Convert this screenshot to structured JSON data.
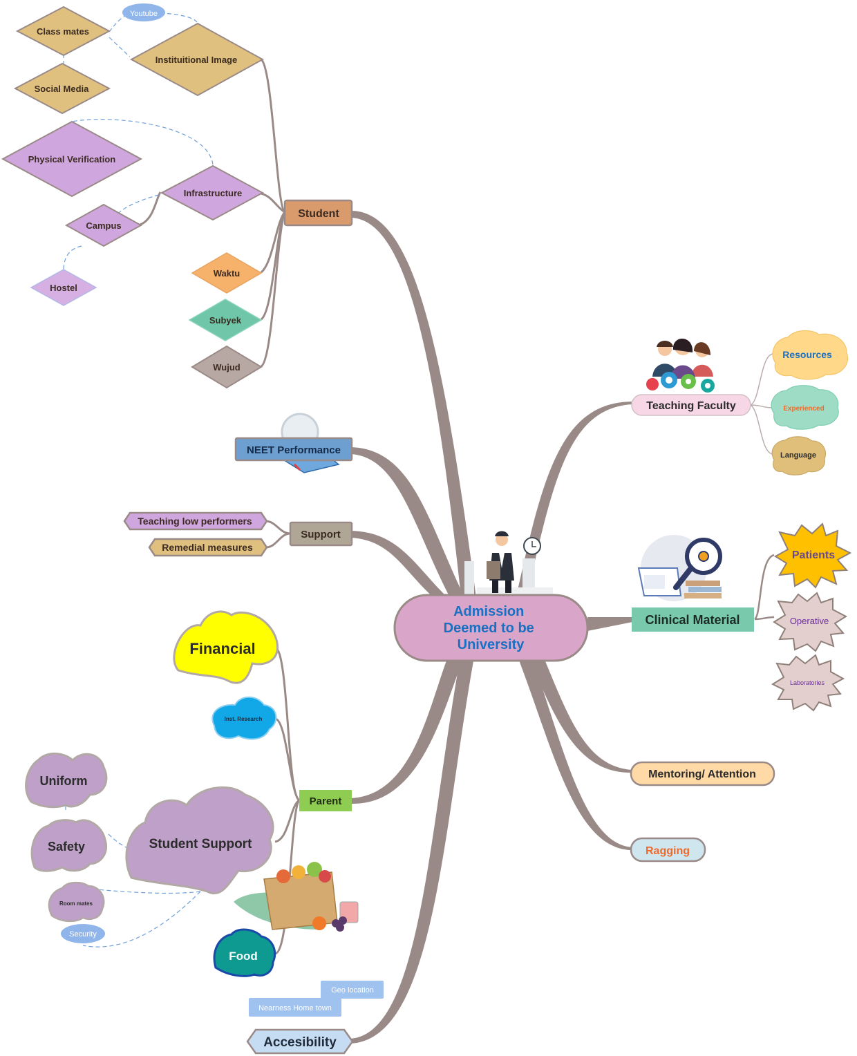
{
  "central": {
    "title_lines": [
      "Admission",
      "Deemed to be",
      "University"
    ]
  },
  "student": {
    "label": "Student",
    "nodes": {
      "class_mates": "Class mates",
      "youtube": "Youtube",
      "institutional_image": "Instituitional Image",
      "social_media": "Social Media",
      "physical_verification": "Physical Verification",
      "infrastructure": "Infrastructure",
      "campus": "Campus",
      "hostel": "Hostel",
      "waktu": "Waktu",
      "subyek": "Subyek",
      "wujud": "Wujud"
    }
  },
  "neet": {
    "label": "NEET Performance"
  },
  "support": {
    "label": "Support",
    "children": [
      "Teaching low performers",
      "Remedial measures"
    ]
  },
  "parent": {
    "label": "Parent",
    "nodes": {
      "financial": "Financial",
      "inst_research": "Inst. Research",
      "student_support": "Student Support",
      "uniform": "Uniform",
      "safety": "Safety",
      "room_mates": "Room mates",
      "security": "Security",
      "food": "Food"
    }
  },
  "accesibility": {
    "label": "Accesibility",
    "children": [
      "Geo location",
      "Nearness Home town"
    ]
  },
  "teaching_faculty": {
    "label": "Teaching Faculty",
    "children": [
      "Resources",
      "Experienced",
      "Language"
    ]
  },
  "clinical_material": {
    "label": "Clinical Material",
    "children": [
      "Patients",
      "Operative",
      "Laboratories"
    ]
  },
  "mentoring": {
    "label": "Mentoring/ Attention"
  },
  "ragging": {
    "label": "Ragging"
  },
  "colors": {
    "branch": "#9a8a87",
    "central_fill": "#d9a6c9",
    "central_text": "#1a6fc2",
    "tan": "#dfc07e",
    "lilac": "#cfa6dd",
    "orange": "#f6b26b",
    "teal": "#6fc6a8",
    "taupe": "#b8a8a4",
    "student_box": "#d99a6c",
    "neet_box": "#6d9fd0",
    "support_box": "#b0a696",
    "parent_box": "#8fcd52",
    "clinical_box": "#79c9ad",
    "yellow": "#ffff00",
    "cyan": "#12a8e8",
    "purple_cloud": "#bfa0c9",
    "food": "#0e9a91",
    "light_blue": "#9fc2ee"
  }
}
